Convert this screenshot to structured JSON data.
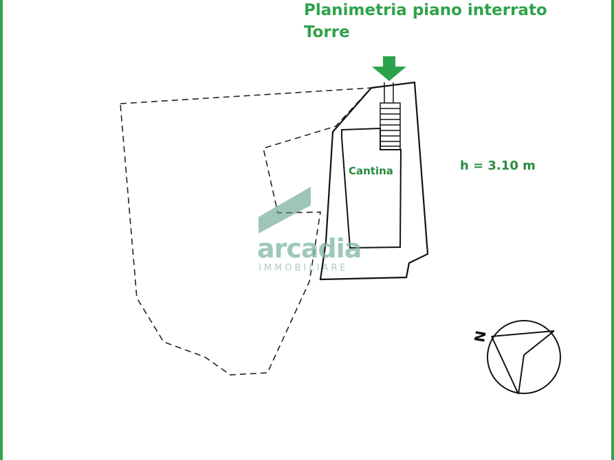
{
  "title": {
    "line1": "Planimetria piano interrato",
    "line2": "Torre"
  },
  "room_label": "Cantina",
  "height_label": "h = 3.10 m",
  "watermark": {
    "brand": "arcadia",
    "subtitle": "IMMOBILIARE"
  },
  "compass": {
    "north_letter": "N"
  },
  "colors": {
    "accent_green": "#33a34a",
    "arrow_green": "#2aa34a",
    "watermark_teal": "#5f9d8c"
  }
}
